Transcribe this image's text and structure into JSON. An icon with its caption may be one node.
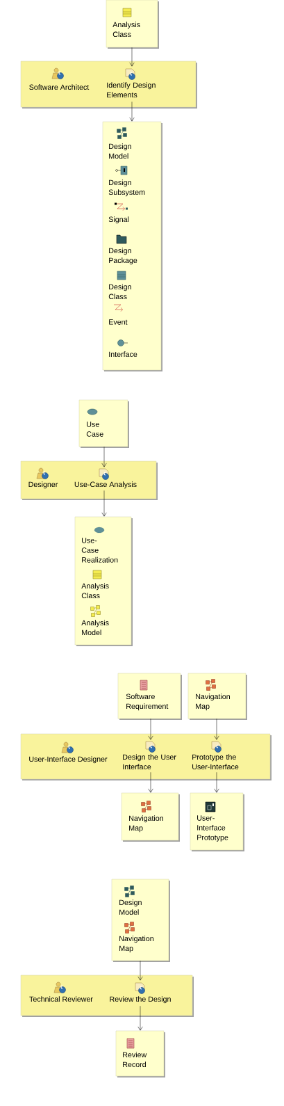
{
  "diagram": {
    "nodes": [
      {
        "text": [
          "Analysis Class"
        ]
      },
      {
        "text": [],
        "shape": "box"
      },
      {
        "text": [
          "Software Architect"
        ],
        "in": 1
      },
      {
        "text": [
          "Identify Design Elements"
        ],
        "in": 1
      },
      {
        "text": [
          "Design Model",
          "Design Subsystem",
          "Signal",
          "Design Package",
          "Design Class",
          "Event",
          "Interface"
        ]
      },
      {
        "text": [
          "Use Case"
        ]
      },
      {
        "text": [],
        "shape": "box"
      },
      {
        "text": [
          "Designer"
        ],
        "in": 6
      },
      {
        "text": [
          "Use-Case Analysis"
        ],
        "in": 6
      },
      {
        "text": [
          "Use-Case Realization",
          "Analysis Class",
          "Analysis Model"
        ]
      },
      {
        "text": [
          "Software Requirement"
        ]
      },
      {
        "text": [
          "Navigation Map"
        ]
      },
      {
        "text": [],
        "shape": "box"
      },
      {
        "text": [
          "User-Interface Designer"
        ],
        "in": 12
      },
      {
        "text": [
          "Design the User Interface"
        ],
        "in": 12
      },
      {
        "text": [
          "Prototype the User-Interface"
        ],
        "in": 12
      },
      {
        "text": [
          "Navigation Map"
        ]
      },
      {
        "text": [
          "User-Interface Prototype"
        ]
      },
      {
        "text": [
          "Design Model",
          "Navigation Map"
        ]
      },
      {
        "text": [],
        "shape": "box"
      },
      {
        "text": [
          "Technical Reviewer"
        ],
        "in": 19
      },
      {
        "text": [
          "Review the Design"
        ],
        "in": 19
      },
      {
        "text": [
          "Review Record"
        ]
      }
    ],
    "edges": [
      {
        "from": 0,
        "to": 3,
        "arrow": "to"
      },
      {
        "from": 3,
        "to": 4,
        "arrow": "to"
      },
      {
        "from": 5,
        "to": 8,
        "arrow": "to"
      },
      {
        "from": 8,
        "to": 9,
        "arrow": "to"
      },
      {
        "from": 10,
        "to": 14,
        "arrow": "to"
      },
      {
        "from": 11,
        "to": 15,
        "arrow": "to"
      },
      {
        "from": 14,
        "to": 16,
        "arrow": "to"
      },
      {
        "from": 15,
        "to": 17,
        "arrow": "to"
      },
      {
        "from": 18,
        "to": 21,
        "arrow": "to"
      },
      {
        "from": 21,
        "to": 22,
        "arrow": "to"
      }
    ]
  }
}
